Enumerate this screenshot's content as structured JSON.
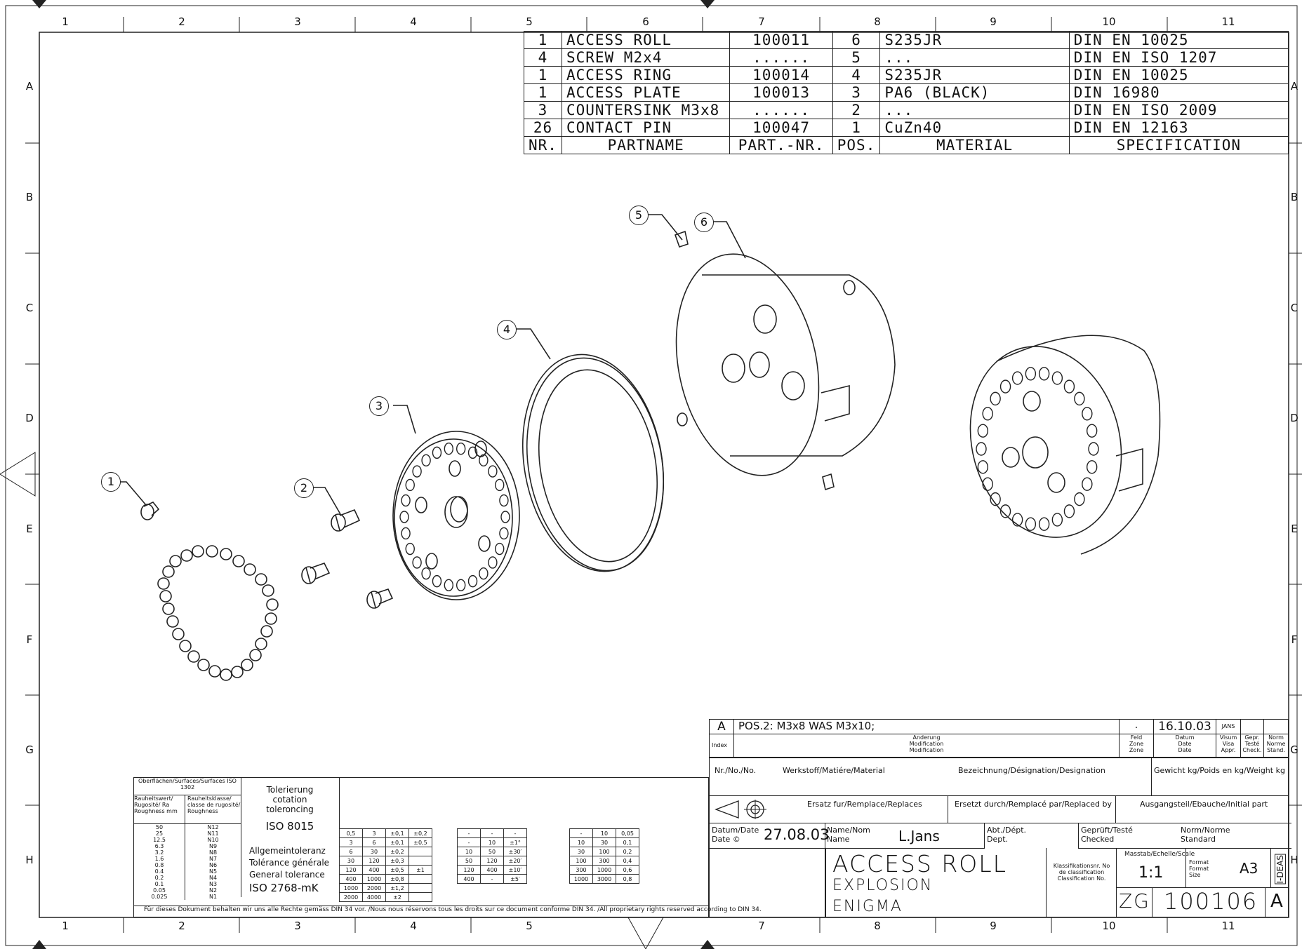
{
  "frame": {
    "top_numbers": [
      "1",
      "2",
      "3",
      "4",
      "5",
      "6",
      "7",
      "8",
      "9",
      "10",
      "11"
    ],
    "bottom_numbers": [
      "1",
      "2",
      "3",
      "4",
      "5",
      "7",
      "8",
      "9",
      "10",
      "11"
    ],
    "side_letters": [
      "A",
      "B",
      "C",
      "D",
      "E",
      "F",
      "G",
      "H"
    ]
  },
  "bom": {
    "rows": [
      {
        "nr": "1",
        "partname": "ACCESS ROLL",
        "partnr": "100011",
        "pos": "6",
        "material": "S235JR",
        "spec": "DIN EN 10025"
      },
      {
        "nr": "4",
        "partname": "SCREW M2x4",
        "partnr": "......",
        "pos": "5",
        "material": "...",
        "spec": "DIN EN ISO 1207"
      },
      {
        "nr": "1",
        "partname": "ACCESS RING",
        "partnr": "100014",
        "pos": "4",
        "material": "S235JR",
        "spec": "DIN EN 10025"
      },
      {
        "nr": "1",
        "partname": "ACCESS PLATE",
        "partnr": "100013",
        "pos": "3",
        "material": "PA6 (BLACK)",
        "spec": "DIN 16980"
      },
      {
        "nr": "3",
        "partname": "COUNTERSINK M3x8",
        "partnr": "......",
        "pos": "2",
        "material": "...",
        "spec": "DIN EN ISO 2009"
      },
      {
        "nr": "26",
        "partname": "CONTACT PIN",
        "partnr": "100047",
        "pos": "1",
        "material": "CuZn40",
        "spec": "DIN EN 12163"
      }
    ],
    "header": {
      "nr": "NR.",
      "partname": "PARTNAME",
      "partnr": "PART.-NR.",
      "pos": "POS.",
      "material": "MATERIAL",
      "spec": "SPECIFICATION"
    }
  },
  "callouts": [
    "1",
    "2",
    "3",
    "4",
    "5",
    "6"
  ],
  "revision": {
    "index": "A",
    "text": "POS.2: M3x8 WAS M3x10;",
    "dot": ".",
    "date": "16.10.03",
    "initials": "JANS",
    "label_index": "Index",
    "label_change_1": "Anderung",
    "label_change_2": "Modification",
    "label_change_3": "Modification",
    "label_zone_1": "Feld",
    "label_zone_2": "Zone",
    "label_zone_3": "Zone",
    "label_date_1": "Datum",
    "label_date_2": "Date",
    "label_date_3": "Date",
    "label_visum": "Visum Visa Appr.",
    "label_gepr": "Gepr. Testé Check.",
    "label_norm": "Norm Norme Stand."
  },
  "titleblock": {
    "nr_label": "Nr./No./No.",
    "material_label": "Werkstoff/Matiére/Material",
    "designation_label": "Bezeichnung/Désignation/Designation",
    "weight_label": "Gewicht kg/Poids en kg/Weight kg",
    "replaces_label": "Ersatz fur/Remplace/Replaces",
    "replaced_label": "Ersetzt durch/Remplacé par/Replaced by",
    "initial_label": "Ausgangsteil/Ebauche/Initial part",
    "date_label": "Datum/Date",
    "date_label_2": "Date ©",
    "date": "27.08.03",
    "name_label": "Name/Nom",
    "name_label_2": "Name",
    "name": "L.Jans",
    "dept_label": "Abt./Dépt.",
    "dept_label_2": "Dept.",
    "checked_label": "Geprüft/Testé",
    "checked_label_2": "Checked",
    "norm_label": "Norm/Norme",
    "norm_label_2": "Standard",
    "title": "ACCESS ROLL",
    "subtitle": "EXPLOSION",
    "project": "ENIGMA",
    "class_label": "Klassifikationsnr. No de classification Classification No.",
    "scale_label": "Masstab/Echelle/Scale",
    "scale": "1:1",
    "format_label": "Format Format Size",
    "format": "A3",
    "company": "I-DEAS",
    "zg": "ZG",
    "drawing_no": "100106",
    "sheet": "A"
  },
  "tolerance": {
    "surface_title": "Oberflächen/Surfaces/Surfaces ISO 1302",
    "ra_header": "Rauheitswert/ Rugosité/ Ra Roughness mm",
    "class_header": "Rauheitsklasse/ classe de rugosité/ Roughness",
    "ra_values": [
      "50",
      "25",
      "12.5",
      "6.3",
      "3.2",
      "1.6",
      "0.8",
      "0.4",
      "0.2",
      "0.1",
      "0.05",
      "0.025"
    ],
    "n_values": [
      "N12",
      "N11",
      "N10",
      "N9",
      "N8",
      "N7",
      "N6",
      "N5",
      "N4",
      "N3",
      "N2",
      "N1"
    ],
    "tol_title": "Tolerierung cotation toleroncing",
    "iso8015": "ISO 8015",
    "general_1": "Allgemeintoleranz",
    "general_2": "Tolérance générale",
    "general_3": "General tolerance",
    "iso2768": "ISO 2768-mK",
    "footer": "Für dieses Dokument behalten wir uns alle Rechte gemäss DIN 34 vor. /Nous nous réservons tous les droits sur ce document conforme DIN 34. /All proprietary rights reserved according to DIN 34.",
    "linear_rows": [
      [
        "0,5",
        "3",
        "±0,1",
        "±0,2"
      ],
      [
        "3",
        "6",
        "±0,1",
        "±0,5"
      ],
      [
        "6",
        "30",
        "±0,2",
        ""
      ],
      [
        "30",
        "120",
        "±0,3",
        ""
      ],
      [
        "120",
        "400",
        "±0,5",
        "±1"
      ],
      [
        "400",
        "1000",
        "±0,8",
        ""
      ],
      [
        "1000",
        "2000",
        "±1,2",
        ""
      ],
      [
        "2000",
        "4000",
        "±2",
        ""
      ]
    ],
    "angular_rows": [
      [
        "-",
        "-",
        "-"
      ],
      [
        "-",
        "10",
        "±1°"
      ],
      [
        "10",
        "50",
        "±30′"
      ],
      [
        "50",
        "120",
        "±20′"
      ],
      [
        "120",
        "400",
        "±10′"
      ],
      [
        "400",
        "-",
        "±5′"
      ]
    ],
    "geo_rows": [
      [
        "-",
        "10",
        "0,05"
      ],
      [
        "10",
        "30",
        "0,1"
      ],
      [
        "30",
        "100",
        "0,2"
      ],
      [
        "100",
        "300",
        "0,4"
      ],
      [
        "300",
        "1000",
        "0,6"
      ],
      [
        "1000",
        "3000",
        "0,8"
      ]
    ]
  }
}
